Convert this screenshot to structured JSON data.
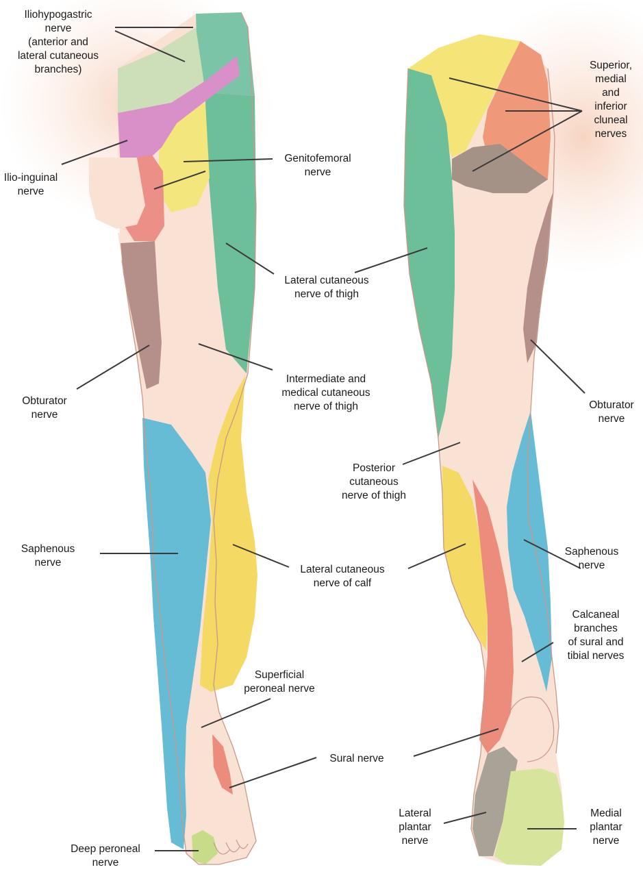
{
  "colors": {
    "skin": "#f9e1d3",
    "skin_shadow": "#f2c7b1",
    "outline": "#c9998a",
    "iliohypogastric": "#7cc4a8",
    "iliohypogastric_anterior": "#cddfb8",
    "ilio_inguinal": "#d98fc8",
    "genitofemoral": "#f2e67c",
    "genitofemoral_scrotal": "#ec8f86",
    "lateral_cutaneous_thigh": "#6dbf99",
    "obturator": "#b5908a",
    "saphenous": "#65bcd4",
    "lateral_cutaneous_calf": "#f4d964",
    "sural": "#ec8c7c",
    "deep_peroneal": "#c7dc88",
    "cluneal_superior": "#f5e478",
    "cluneal_medial": "#f0987a",
    "cluneal_inferior": "#a59286",
    "medial_plantar": "#d7e49c",
    "lateral_plantar": "#a9a397",
    "leader_line": "#3a3a3a"
  },
  "labels": {
    "iliohypogastric": [
      "Iliohypogastric",
      "nerve",
      "(anterior and",
      "lateral cutaneous",
      "branches)"
    ],
    "ilio_inguinal": [
      "Ilio-inguinal",
      "nerve"
    ],
    "genitofemoral": [
      "Genitofemoral",
      "nerve"
    ],
    "lateral_cutaneous_thigh": [
      "Lateral cutaneous",
      "nerve of thigh"
    ],
    "intermediate_medical": [
      "Intermediate and",
      "medical cutaneous",
      "nerve of thigh"
    ],
    "obturator_front": [
      "Obturator",
      "nerve"
    ],
    "saphenous_front": [
      "Saphenous",
      "nerve"
    ],
    "lateral_cutaneous_calf": [
      "Lateral cutaneous",
      "nerve of calf"
    ],
    "superficial_peroneal": [
      "Superficial",
      "peroneal nerve"
    ],
    "sural": [
      "Sural nerve"
    ],
    "deep_peroneal": [
      "Deep peroneal",
      "nerve"
    ],
    "cluneal": [
      "Superior,",
      "medial",
      "and",
      "inferior",
      "cluneal",
      "nerves"
    ],
    "obturator_back": [
      "Obturator",
      "nerve"
    ],
    "posterior_cutaneous": [
      "Posterior",
      "cutaneous",
      "nerve of thigh"
    ],
    "saphenous_back": [
      "Saphenous",
      "nerve"
    ],
    "calcaneal": [
      "Calcaneal",
      "branches",
      "of sural and",
      "tibial nerves"
    ],
    "lateral_plantar": [
      "Lateral",
      "plantar",
      "nerve"
    ],
    "medial_plantar": [
      "Medial",
      "plantar",
      "nerve"
    ]
  }
}
